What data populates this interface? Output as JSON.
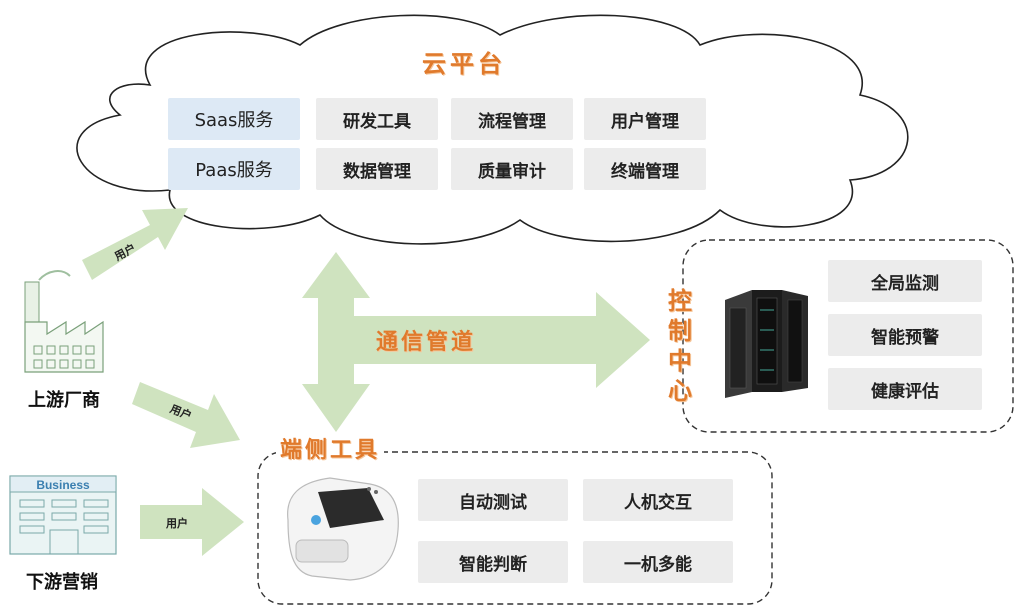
{
  "cloud": {
    "title": "云平台",
    "row1": [
      "Saas服务",
      "研发工具",
      "流程管理",
      "用户管理"
    ],
    "row2": [
      "Paas服务",
      "数据管理",
      "质量审计",
      "终端管理"
    ]
  },
  "pipe": {
    "label": "通信管道"
  },
  "control": {
    "title_chars": [
      "控",
      "制",
      "中",
      "心"
    ],
    "items": [
      "全局监测",
      "智能预警",
      "健康评估"
    ]
  },
  "terminal": {
    "title": "端侧工具",
    "items": [
      "自动测试",
      "人机交互",
      "智能判断",
      "一机多能"
    ]
  },
  "actors": {
    "upstream": "上游厂商",
    "downstream": "下游营销",
    "business_sign": "Business"
  },
  "arrows": {
    "user1": "用户",
    "user2": "用户",
    "user3": "用户"
  },
  "colors": {
    "arrow_green": "#cfe3bf",
    "title_orange": "#e07a2c",
    "blue_box": "#dde9f5",
    "gray_box": "#ececec"
  }
}
